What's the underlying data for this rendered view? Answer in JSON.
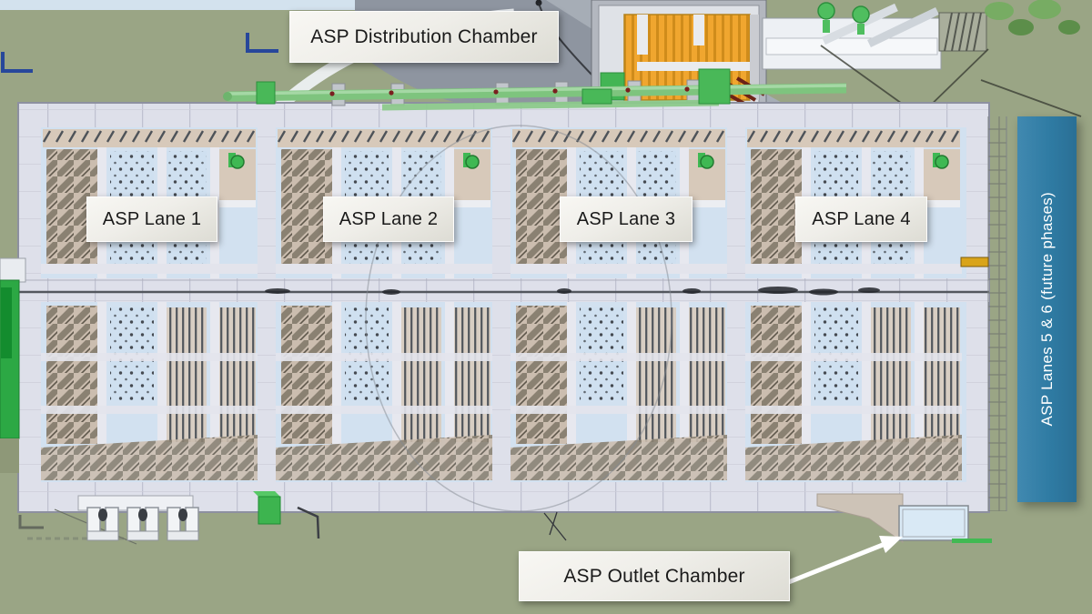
{
  "annotations": {
    "distribution_chamber_label": "ASP Distribution Chamber",
    "lane_labels": [
      "ASP Lane 1",
      "ASP Lane 2",
      "ASP Lane 3",
      "ASP Lane 4"
    ],
    "future_lanes_label": "ASP Lanes 5 & 6 (future phases)",
    "outlet_chamber_label": "ASP Outlet Chamber"
  },
  "colors": {
    "background_green": "#9aa585",
    "annotation_box_bg": "#efeee9",
    "annotation_text": "#1a1a1a",
    "future_banner_blue": "#2f7ba3",
    "structure_wall": "#dfe0ea",
    "tank_water_blue": "#d2e1f0",
    "tank_panel_tan": "#cbbdaf",
    "pipe_green": "#7ec47e",
    "equipment_green": "#3db44f",
    "grating_orange": "#f0a62f",
    "road_gray": "#8e95a0",
    "arrow_white": "#ffffff"
  }
}
